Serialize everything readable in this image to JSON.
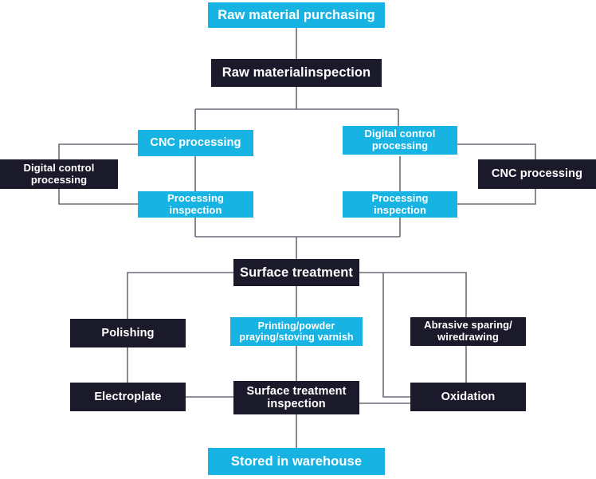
{
  "diagram": {
    "title": "Manufacturing process flowchart",
    "colors": {
      "accent_cyan": "#16b3e3",
      "dark_navy": "#1b1a2b",
      "connector_gray": "#6b6b78",
      "background": "#ffffff",
      "label_text": "#ffffff"
    }
  },
  "nodes": {
    "raw_material_purchasing": "Raw material purchasing",
    "raw_material_inspection": "Raw materialinspection",
    "cnc_processing_left": "CNC processing",
    "processing_inspection_left": "Processing inspection",
    "digital_control_processing_left": "Digital control processing",
    "digital_control_processing_right": "Digital control processing",
    "processing_inspection_right": "Processing inspection",
    "cnc_processing_right": "CNC processing",
    "surface_treatment": "Surface treatment",
    "polishing": "Polishing",
    "printing_powder": "Printing/powder praying/stoving varnish",
    "abrasive_sparing": "Abrasive sparing/ wiredrawing",
    "electroplate": "Electroplate",
    "surface_treatment_inspection": "Surface treatment inspection",
    "oxidation": "Oxidation",
    "stored_in_warehouse": "Stored in warehouse"
  }
}
